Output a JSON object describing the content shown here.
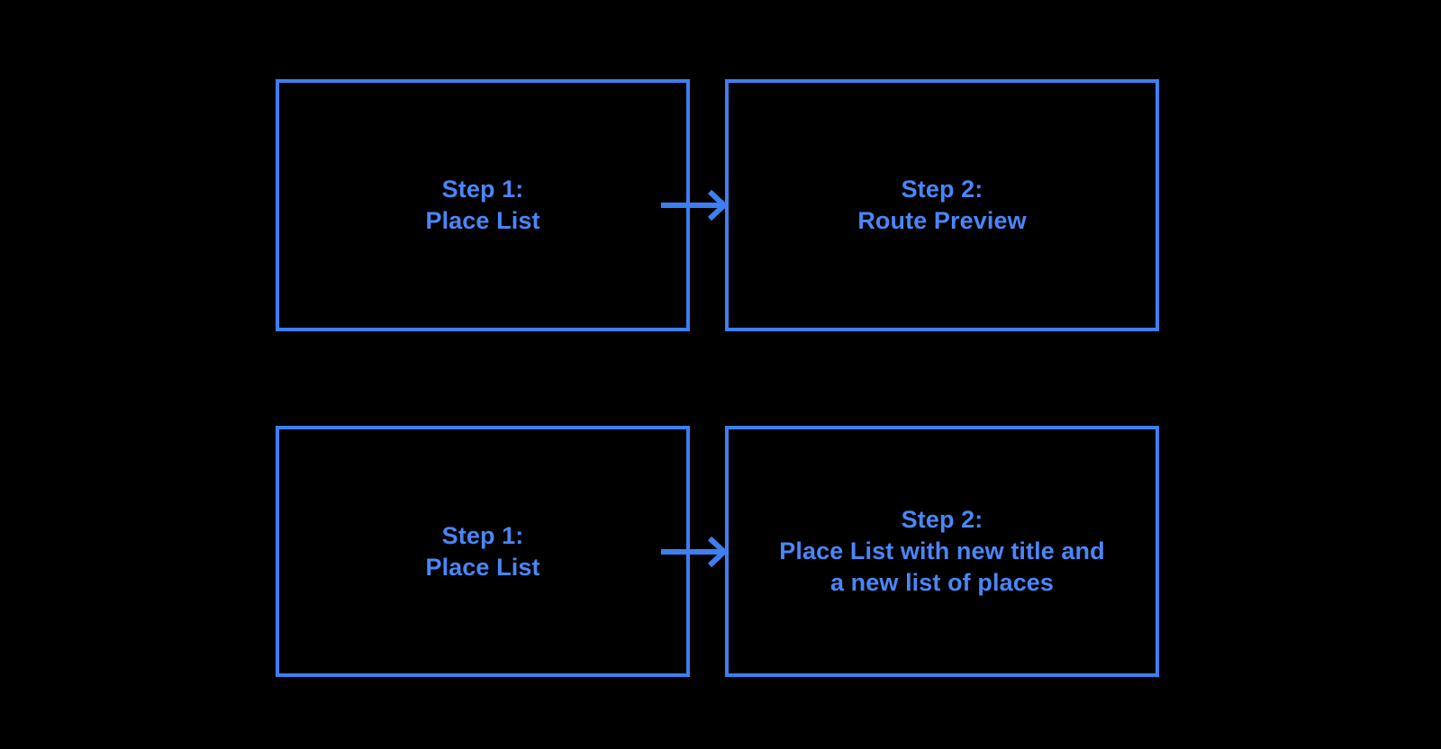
{
  "diagram": {
    "background_color": "#000000",
    "accent_color": "#3d7ff0",
    "text_color": "#4a86f7",
    "rows": [
      {
        "id": "route-preview-flow",
        "from": {
          "title": "Step 1:",
          "subtitle": "Place List",
          "label": "Step 1:\nPlace List"
        },
        "to": {
          "title": "Step 2:",
          "subtitle": "Route Preview",
          "label": "Step 2:\nRoute Preview"
        },
        "connector": {
          "icon": "arrow-right-icon",
          "direction": "right"
        }
      },
      {
        "id": "place-list-update-flow",
        "from": {
          "title": "Step 1:",
          "subtitle": "Place List",
          "label": "Step 1:\nPlace List"
        },
        "to": {
          "title": "Step 2:",
          "subtitle": "Place List with new title and a new list of places",
          "label": "Step 2:\nPlace List with new title and\na new list of places"
        },
        "connector": {
          "icon": "arrow-right-icon",
          "direction": "right"
        }
      }
    ]
  }
}
